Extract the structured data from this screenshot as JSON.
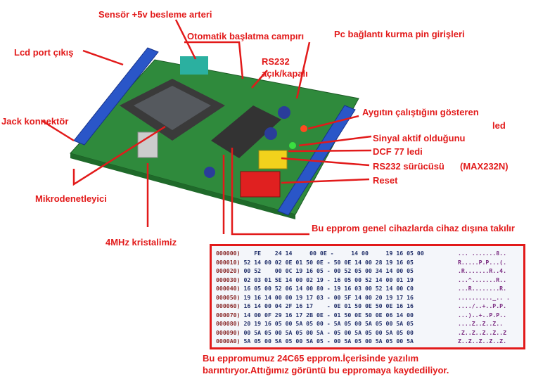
{
  "labels": {
    "sensor": "Sensör +5v besleme arteri",
    "auto": "Otomatik başlatma campırı",
    "pc": "Pc bağlantı kurma pin girişleri",
    "lcd": "Lcd port çıkış",
    "rs232a": "RS232",
    "rs232b": "açık/kapalı",
    "jack": "Jack konnektör",
    "aygit1": "Aygıtın çalıştığını gösteren",
    "aygit2": "led",
    "sinyal": "Sinyal aktif olduğunu",
    "dcf": "DCF 77 ledi",
    "rsdriver": "RS232 sürücüsü",
    "max": "(MAX232N)",
    "reset": "Reset",
    "micro": "Mikrodenetleyici",
    "crystal": "4MHz kristalimiz",
    "eeprom": "Bu epprom genel cihazlarda cihaz dışına takılır",
    "bottom1": "Bu eppromumuz 24C65 epprom.İçerisinde yazılım",
    "bottom2": "barıntıryor.Attığımız görüntü bu eppromaya kaydediliyor."
  },
  "hex": [
    {
      "a": "000000)",
      "b": "    FE    24 14     00 0E -     14 00     19 16 05 00",
      "c": "... .......8.."
    },
    {
      "a": "000010)",
      "b": " 52 14 00 02 0E 01 50 0E - 50 0E 14 00 28 19 16 05",
      "c": "R.....P.P...(."
    },
    {
      "a": "000020)",
      "b": " 00 52    00 0C 19 16 05 - 00 52 05 00 34 14 00 05",
      "c": ".R.......R..4."
    },
    {
      "a": "000030)",
      "b": " 02 03 01 5E 14 00 02 19 - 16 05 00 52 14 00 01 19",
      "c": "...^.......R.."
    },
    {
      "a": "000040)",
      "b": " 16 05 00 52 06 14 00 80 - 19 16 03 00 52 14 00 C0",
      "c": "...R........R."
    },
    {
      "a": "000050)",
      "b": " 19 16 14 00 00 19 17 03 - 00 5F 14 00 20 19 17 16",
      "c": ".........._.. ."
    },
    {
      "a": "000060)",
      "b": " 16 14 00 04 2F 16 17    - 0E 01 50 0E 50 0E 16 16",
      "c": "..../..+..P.P."
    },
    {
      "a": "000070)",
      "b": " 14 00 0F 29 16 17 2B 0E - 01 50 0E 50 0E 06 14 00",
      "c": "...)..+..P.P.."
    },
    {
      "a": "000080)",
      "b": " 20 19 16 05 00 5A 05 00 - 5A 05 00 5A 05 00 5A 05",
      "c": "....Z..Z..Z.."
    },
    {
      "a": "000090)",
      "b": " 00 5A 05 00 5A 05 00 5A - 05 00 5A 05 00 5A 05 00",
      "c": ".Z..Z..Z..Z..Z"
    },
    {
      "a": "0000A0)",
      "b": " 5A 05 00 5A 05 00 5A 05 - 00 5A 05 00 5A 05 00 5A",
      "c": "Z..Z..Z..Z..Z."
    }
  ],
  "colors": {
    "label": "#e21a1a",
    "pcb": "#2f8a3c",
    "header": "#2a56c8"
  }
}
